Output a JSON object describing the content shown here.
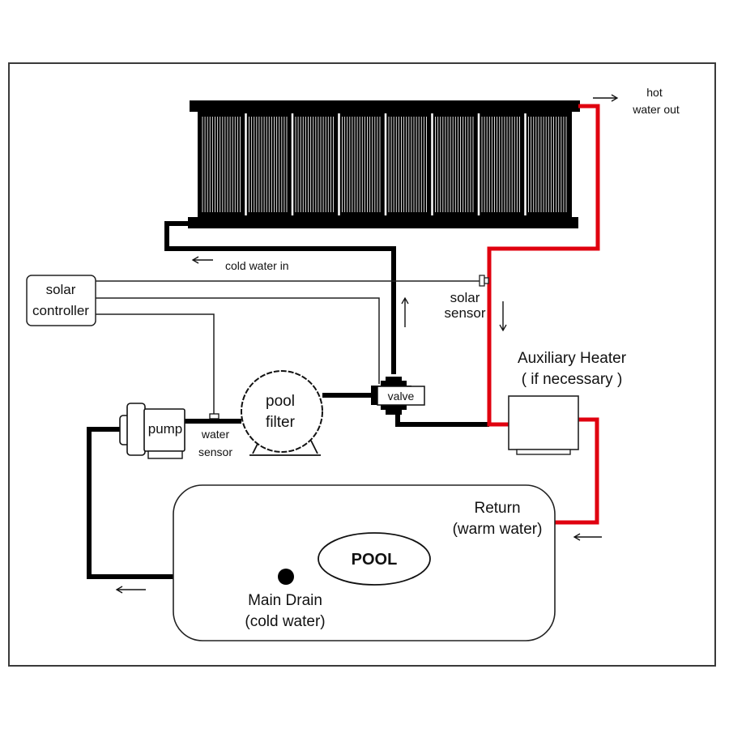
{
  "diagram": {
    "title": "Solar pool heating system",
    "colors": {
      "pipe": "#000000",
      "hot_pipe": "#e0000f",
      "wire": "#222222",
      "frame": "#3a3a3a",
      "background": "#ffffff"
    },
    "labels": {
      "hot_water_out_1": "hot",
      "hot_water_out_2": "water out",
      "cold_water_in": "cold water in",
      "solar_controller_1": "solar",
      "solar_controller_2": "controller",
      "solar_sensor_1": "solar",
      "solar_sensor_2": "sensor",
      "aux_heater_1": "Auxiliary Heater",
      "aux_heater_2": "( if necessary )",
      "valve": "valve",
      "pool_filter_1": "pool",
      "pool_filter_2": "filter",
      "pump": "pump",
      "water_sensor_1": "water",
      "water_sensor_2": "sensor",
      "return_1": "Return",
      "return_2": "(warm water)",
      "pool": "POOL",
      "main_drain_1": "Main Drain",
      "main_drain_2": "(cold water)"
    },
    "components": [
      {
        "id": "solar-collector",
        "name": "Solar collector panels",
        "panel_count": 8
      },
      {
        "id": "solar-controller",
        "name": "solar controller"
      },
      {
        "id": "solar-sensor",
        "name": "solar sensor"
      },
      {
        "id": "water-sensor",
        "name": "water sensor"
      },
      {
        "id": "pump",
        "name": "pump"
      },
      {
        "id": "pool-filter",
        "name": "pool filter"
      },
      {
        "id": "valve",
        "name": "valve"
      },
      {
        "id": "aux-heater",
        "name": "Auxiliary Heater"
      },
      {
        "id": "pool",
        "name": "POOL"
      },
      {
        "id": "main-drain",
        "name": "Main Drain"
      }
    ],
    "flow_arrows": [
      {
        "id": "hot-out",
        "direction": "right"
      },
      {
        "id": "cold-in",
        "direction": "left"
      },
      {
        "id": "valve-up",
        "direction": "up"
      },
      {
        "id": "hot-down",
        "direction": "down"
      },
      {
        "id": "return-in",
        "direction": "left"
      },
      {
        "id": "drain-out",
        "direction": "left"
      }
    ]
  }
}
